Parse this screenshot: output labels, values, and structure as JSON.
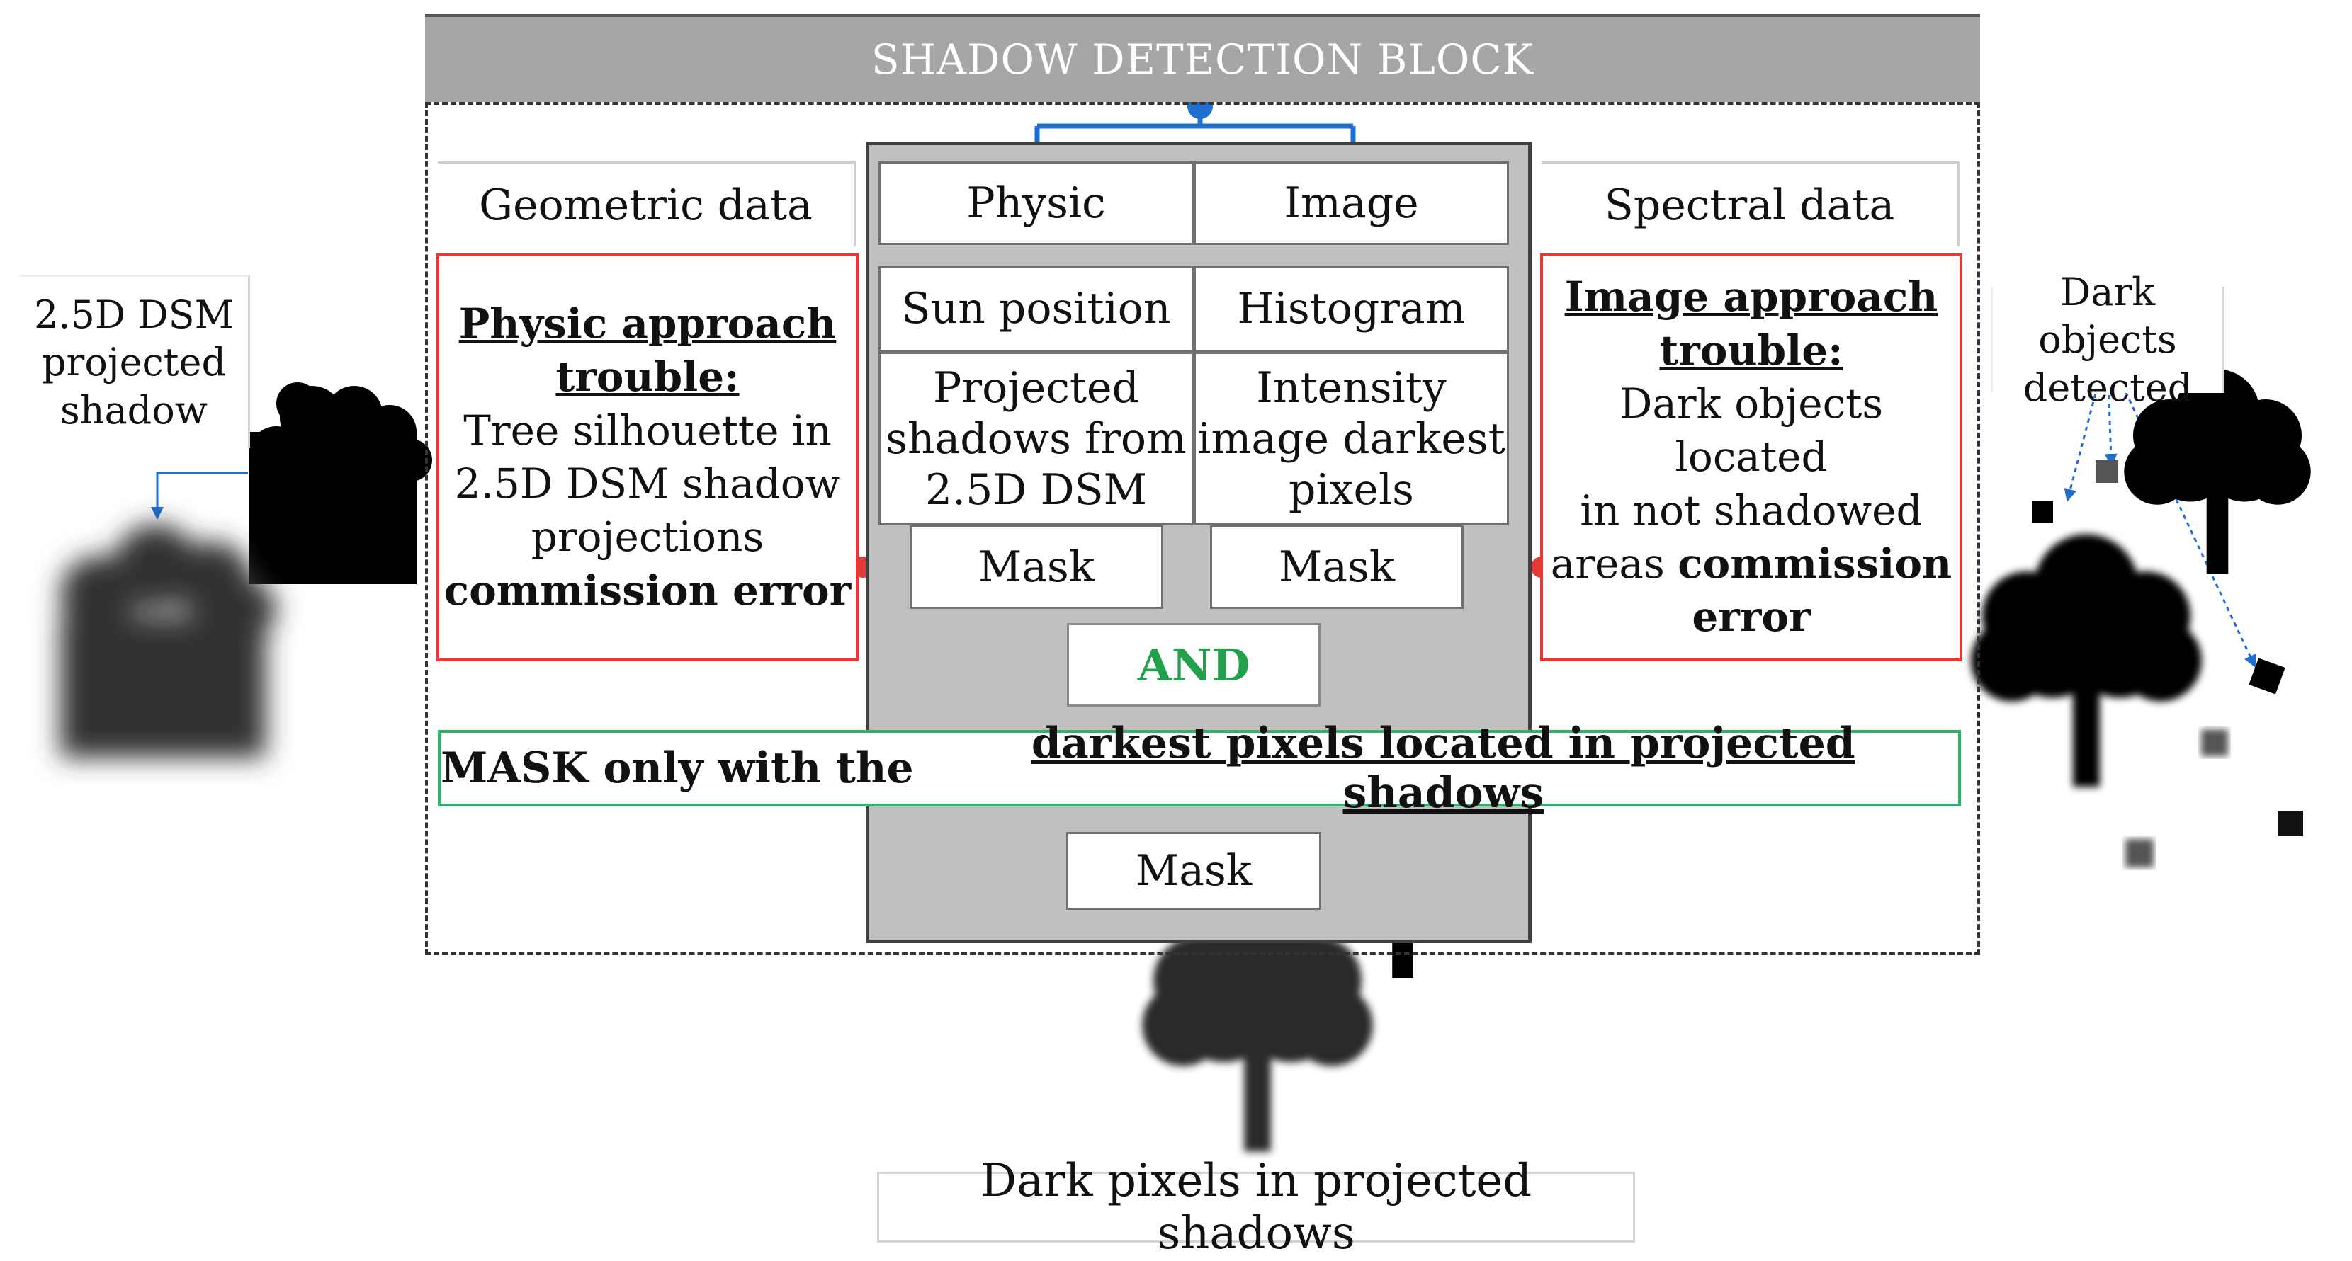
{
  "title": "SHADOW DETECTION BLOCK",
  "left_header": "Geometric data",
  "right_header": "Spectral data",
  "columns": {
    "physic": {
      "header": "Physic",
      "input": "Sun position",
      "process": [
        "Projected",
        "shadows from",
        "2.5D DSM"
      ],
      "mask": "Mask"
    },
    "image": {
      "header": "Image",
      "input": "Histogram",
      "process": [
        "Intensity",
        "image darkest",
        "pixels"
      ],
      "mask": "Mask"
    }
  },
  "physic_trouble": {
    "title_lines": [
      "Physic approach",
      "trouble:"
    ],
    "body_lines": [
      "Tree silhouette in",
      "2.5D DSM shadow",
      "projections"
    ],
    "emphasis": "commission error"
  },
  "image_trouble": {
    "title_lines": [
      "Image approach",
      "trouble:"
    ],
    "body_lines": [
      "Dark objects located",
      "in not shadowed"
    ],
    "body_line_prefix": "areas ",
    "emphasis_lines": [
      "commission",
      "error"
    ]
  },
  "and_label": "AND",
  "result": {
    "prefix": "MASK only with the ",
    "underlined": "darkest pixels located in projected shadows"
  },
  "final_mask": "Mask",
  "left_side_label": [
    "2.5D DSM",
    "projected",
    "shadow"
  ],
  "right_side_label": [
    "Dark objects",
    "detected"
  ],
  "bottom_label": "Dark pixels in projected shadows",
  "colors": {
    "connector_blue": "#1f6fd1",
    "error_red": "#e53935",
    "and_green": "#22a04b",
    "result_border": "#2db36a",
    "title_bar": "#a6a6a6",
    "core_gray": "#c0c0c0"
  },
  "icons": [
    "tree-silhouette-icon",
    "blurred-shadow-icon",
    "dark-square-icon"
  ]
}
